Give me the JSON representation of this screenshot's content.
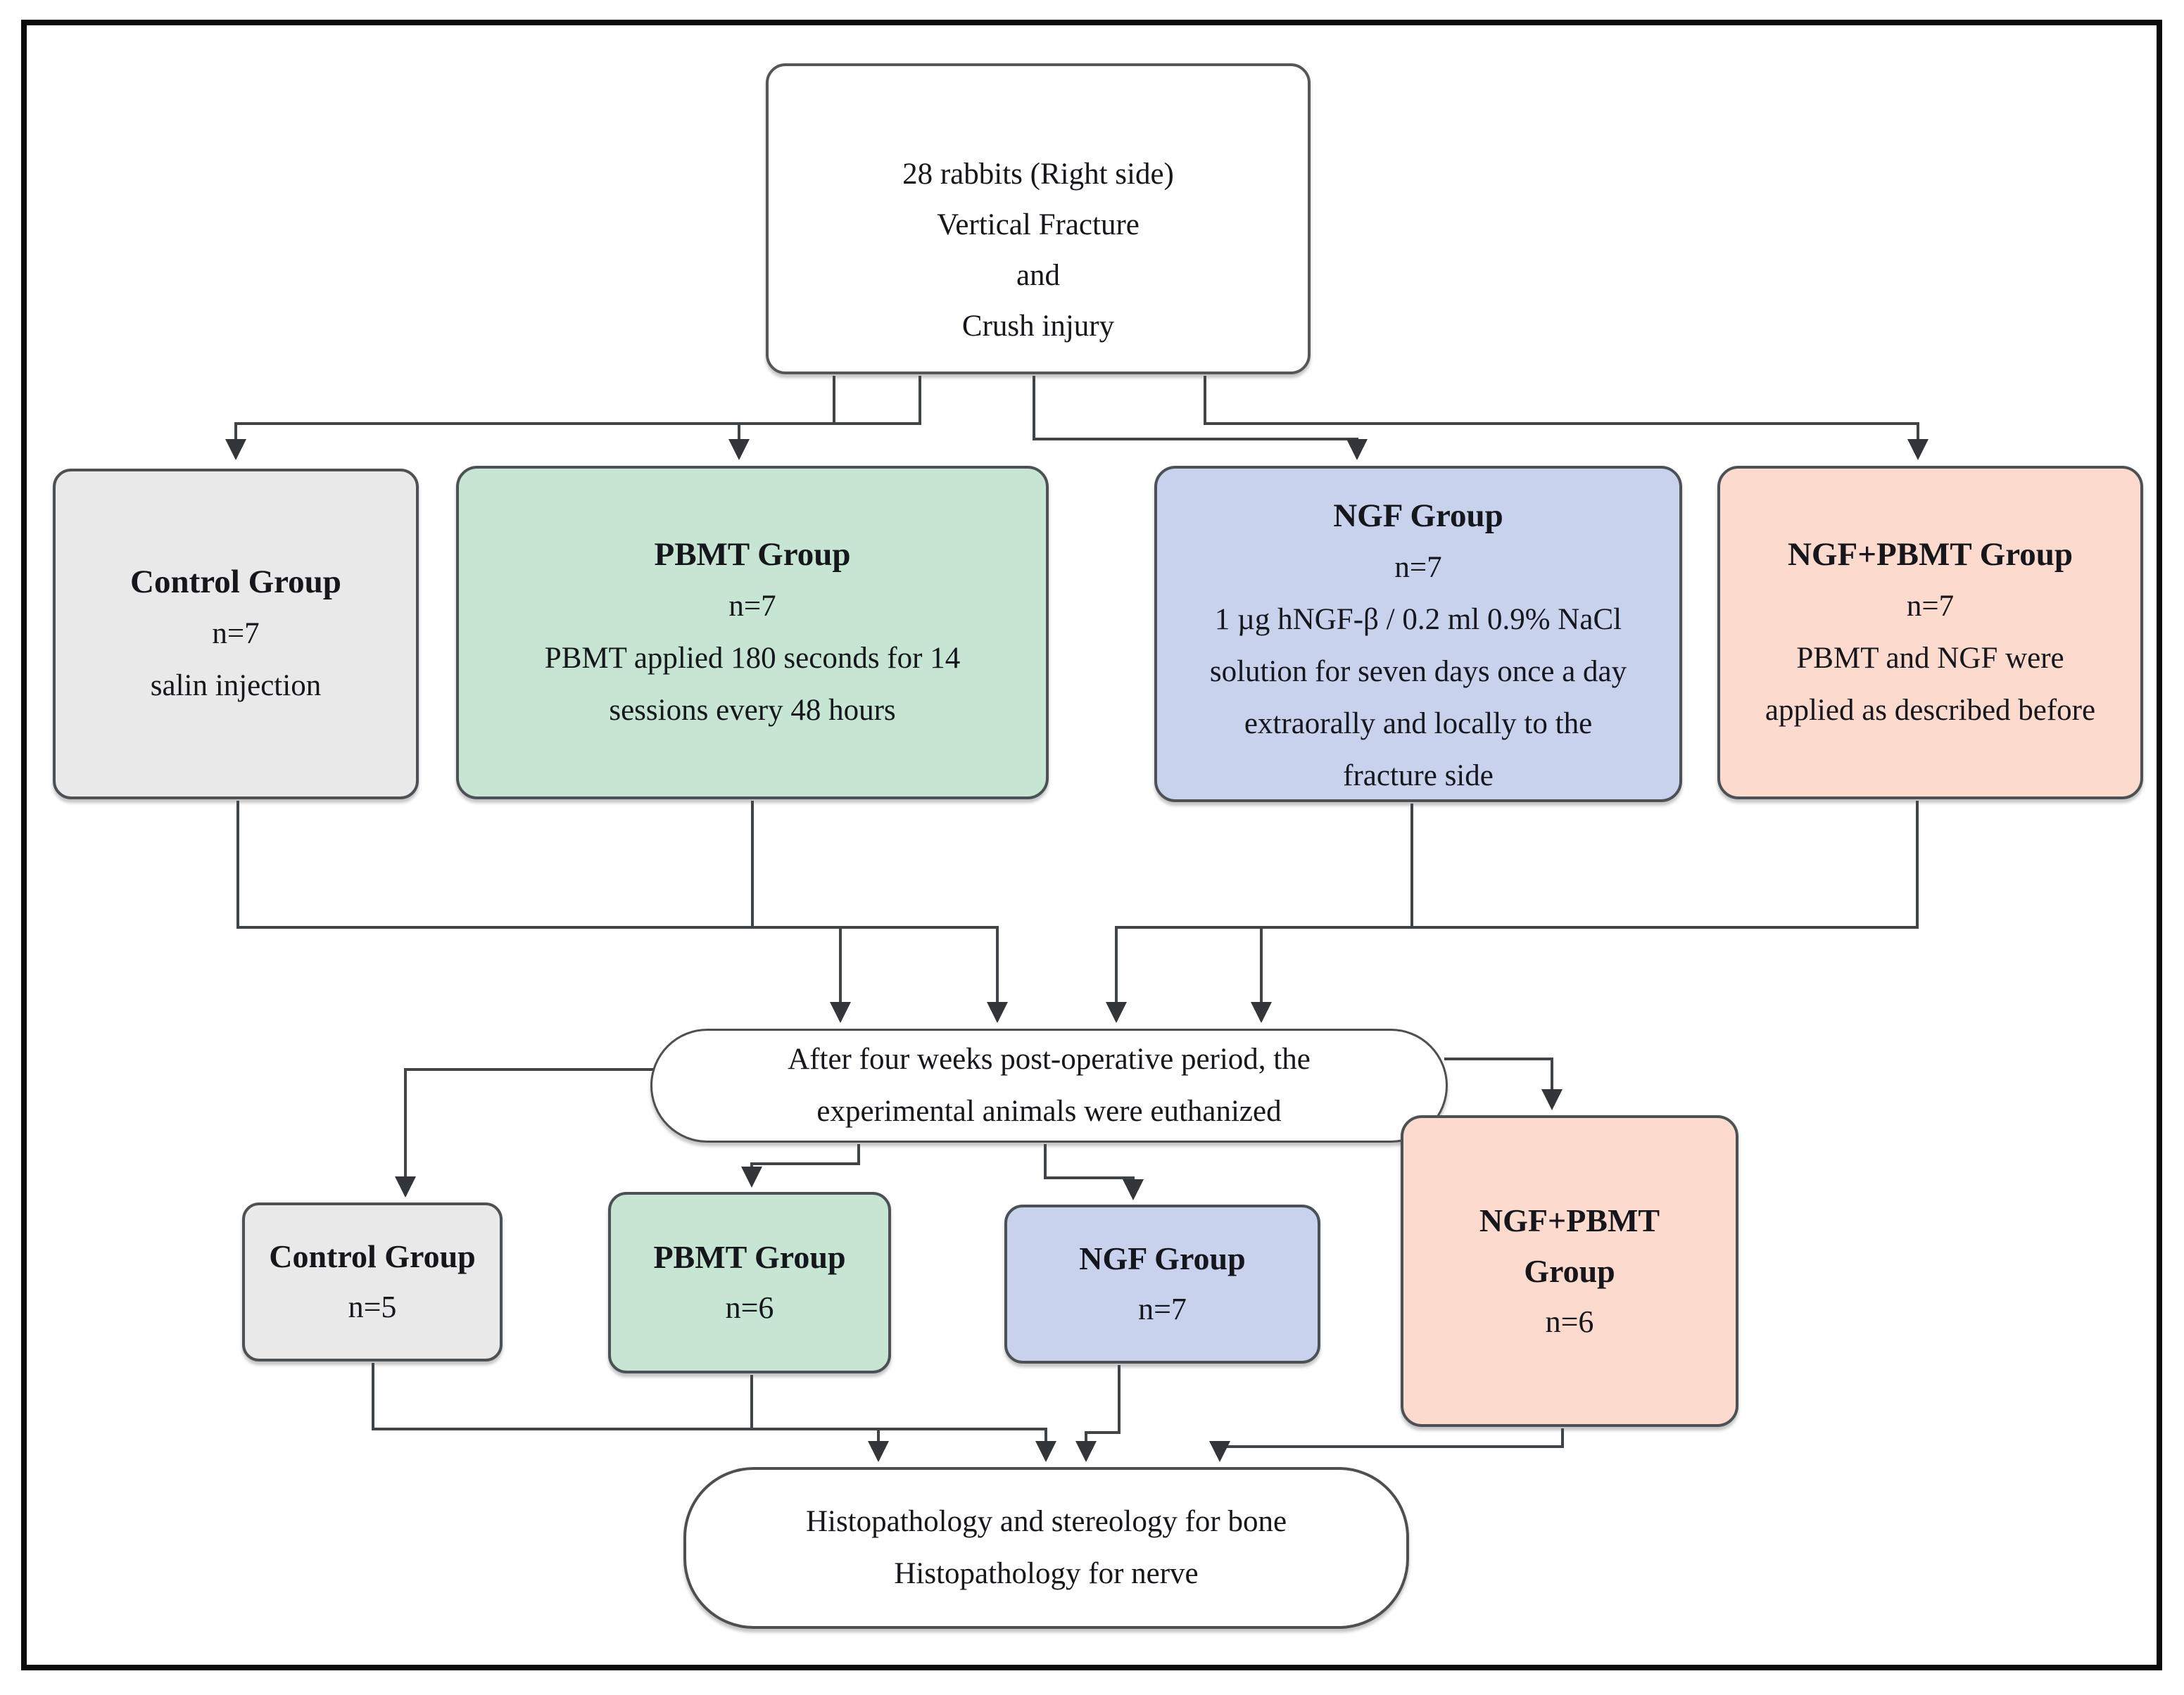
{
  "figure": {
    "top_box": {
      "lines": [
        "28 rabbits (Right side)",
        "Vertical Fracture",
        "and",
        "Crush injury"
      ]
    },
    "row1": {
      "control": {
        "title": "Control Group",
        "n": "n=7",
        "desc_lines": [
          "salin injection"
        ],
        "color": "#e9e9e9"
      },
      "pbmt": {
        "title": "PBMT Group",
        "n": "n=7",
        "desc_lines": [
          "PBMT applied 180 seconds for 14",
          "sessions every 48 hours"
        ],
        "color": "#c6e5d2"
      },
      "ngf": {
        "title": "NGF Group",
        "n": "n=7",
        "desc_lines": [
          "1 µg hNGF-β / 0.2 ml 0.9% NaCl",
          "solution for seven days once a day",
          "extraorally and locally to the",
          "fracture side"
        ],
        "color": "#c8d2ec"
      },
      "ngf_pbmt": {
        "title": "NGF+PBMT Group",
        "n": "n=7",
        "desc_lines": [
          "PBMT and NGF were",
          "applied as described before"
        ],
        "color": "#fcdacd"
      }
    },
    "euthanasia_box": {
      "lines": [
        "After four weeks post-operative period, the",
        "experimental animals were euthanized"
      ]
    },
    "row2": {
      "control": {
        "title": "Control Group",
        "n": "n=5",
        "color": "#e9e9e9"
      },
      "pbmt": {
        "title": "PBMT Group",
        "n": "n=6",
        "color": "#c6e5d2"
      },
      "ngf": {
        "title": "NGF Group",
        "n": "n=7",
        "color": "#c8d2ec"
      },
      "ngf_pbmt": {
        "title_lines": [
          "NGF+PBMT",
          "Group"
        ],
        "n": "n=6",
        "color": "#fcdacd"
      }
    },
    "outcome_box": {
      "lines": [
        "Histopathology and stereology for bone",
        "Histopathology for nerve"
      ]
    },
    "line_color": "#3f4448",
    "arrow_color": "#32363a",
    "text_color": "#16161d",
    "frame_color": "#0b0b0b"
  }
}
